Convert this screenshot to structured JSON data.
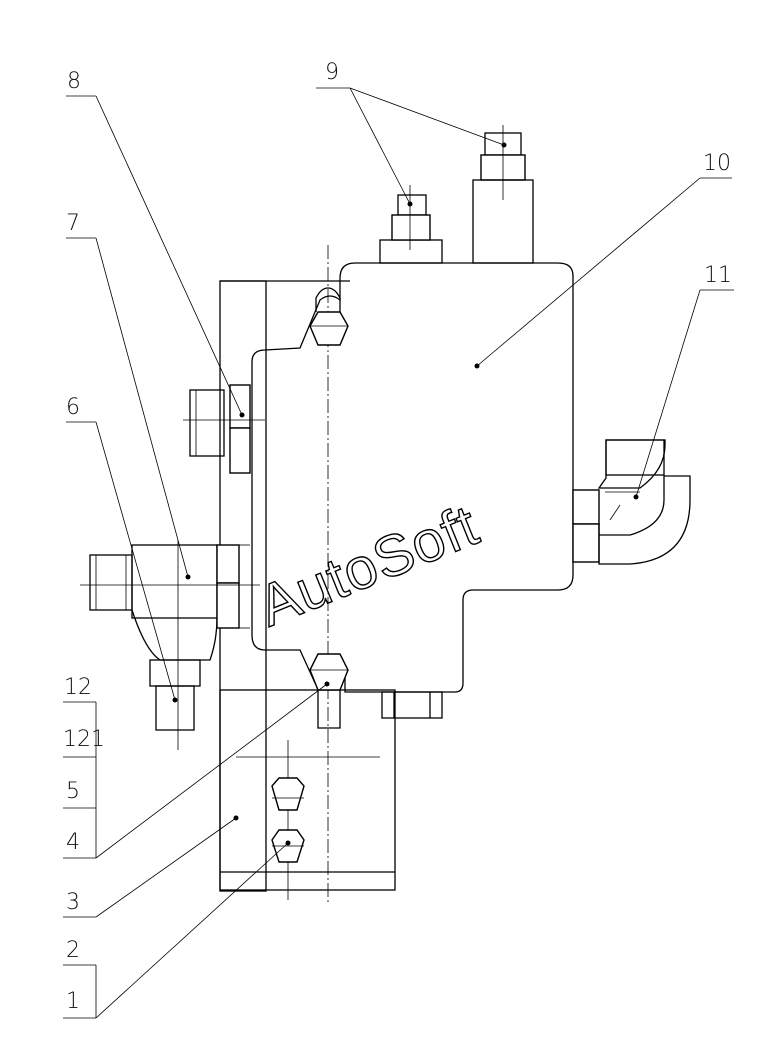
{
  "callouts": [
    "1",
    "2",
    "3",
    "4",
    "5",
    "121",
    "12",
    "6",
    "7",
    "8",
    "9",
    "10",
    "11"
  ],
  "watermark": "AutoSoft"
}
